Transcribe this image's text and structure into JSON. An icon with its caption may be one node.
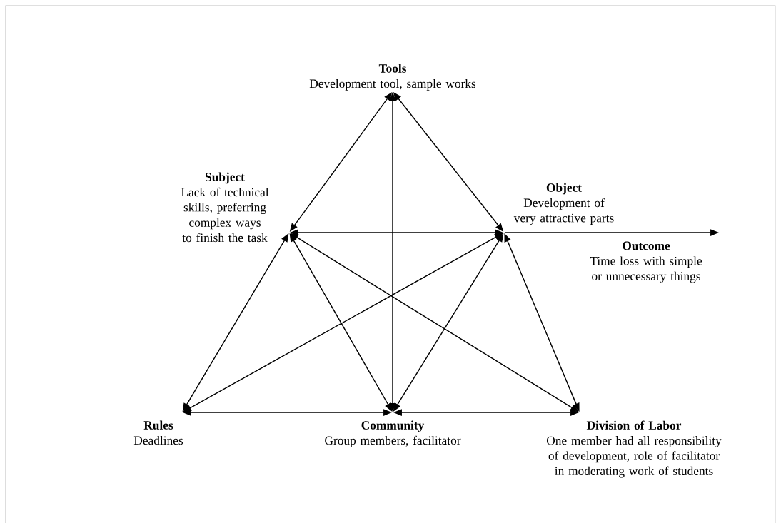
{
  "diagram": {
    "nodes": [
      {
        "text": [
          "Tools",
          "Development tool, sample works"
        ]
      },
      {
        "text": [
          "Subject",
          "Lack of technical skills, preferring complex ways to finish the task"
        ]
      },
      {
        "text": [
          "Object",
          "Development of very attractive parts"
        ]
      },
      {
        "text": [
          "Outcome",
          "Time loss with simple or unnecessary things"
        ]
      },
      {
        "text": [
          "Rules",
          "Deadlines"
        ]
      },
      {
        "text": [
          "Community",
          "Group members, facilitator"
        ]
      },
      {
        "text": [
          "Division of Labor",
          "One member had all responsibility of development, role of facilitator in moderating work of students"
        ]
      }
    ],
    "edges": [
      {
        "from": 0,
        "to": 1,
        "arrow": "both"
      },
      {
        "from": 0,
        "to": 2,
        "arrow": "both"
      },
      {
        "from": 0,
        "to": 5,
        "arrow": "both"
      },
      {
        "from": 1,
        "to": 2,
        "arrow": "both"
      },
      {
        "from": 2,
        "to": 3,
        "arrow": "to"
      },
      {
        "from": 1,
        "to": 4,
        "arrow": "both"
      },
      {
        "from": 1,
        "to": 5,
        "arrow": "both"
      },
      {
        "from": 1,
        "to": 6,
        "arrow": "both"
      },
      {
        "from": 2,
        "to": 4,
        "arrow": "both"
      },
      {
        "from": 2,
        "to": 5,
        "arrow": "both"
      },
      {
        "from": 2,
        "to": 6,
        "arrow": "both"
      },
      {
        "from": 4,
        "to": 5,
        "arrow": "both"
      },
      {
        "from": 5,
        "to": 6,
        "arrow": "both"
      }
    ]
  }
}
